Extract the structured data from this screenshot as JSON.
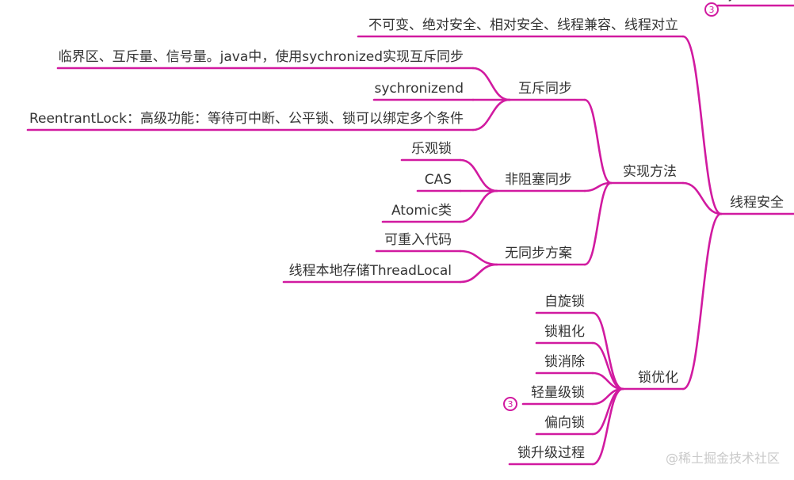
{
  "root": {
    "label": "线程安全"
  },
  "top_partial": {
    "label": "java线程",
    "badge": "3"
  },
  "levels": {
    "label": "不可变、绝对安全、相对安全、线程兼容、线程对立"
  },
  "impl": {
    "label": "实现方法",
    "mutex": {
      "label": "互斥同步",
      "items": [
        "临界区、互斥量、信号量。java中，使用sychronized实现互斥同步",
        "sychronizend",
        "ReentrantLock：高级功能：等待可中断、公平锁、锁可以绑定多个条件"
      ]
    },
    "nonblocking": {
      "label": "非阻塞同步",
      "items": [
        "乐观锁",
        "CAS",
        "Atomic类"
      ]
    },
    "nosync": {
      "label": "无同步方案",
      "items": [
        "可重入代码",
        "线程本地存储ThreadLocal"
      ]
    }
  },
  "lockopt": {
    "label": "锁优化",
    "items": [
      "自旋锁",
      "锁粗化",
      "锁消除",
      "轻量级锁",
      "偏向锁",
      "锁升级过程"
    ],
    "badge": "3"
  },
  "watermark": "@稀土掘金技术社区"
}
